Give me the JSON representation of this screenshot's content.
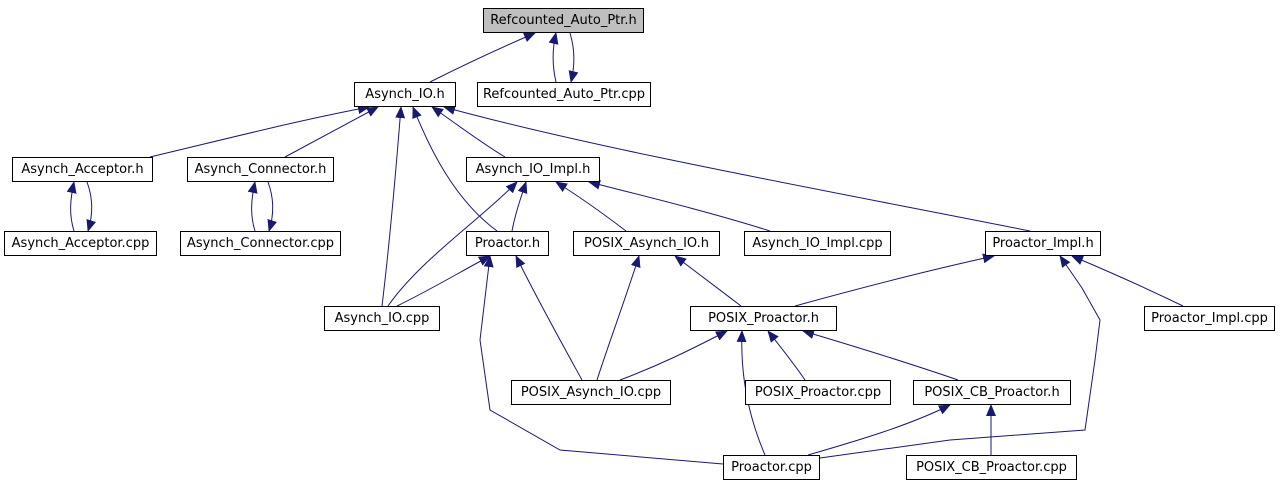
{
  "diagram": {
    "nodes": [
      {
        "id": "refcounted_auto_ptr_h",
        "label": "Refcounted_Auto_Ptr.h",
        "highlight": true
      },
      {
        "id": "asynch_io_h",
        "label": "Asynch_IO.h"
      },
      {
        "id": "refcounted_auto_ptr_cpp",
        "label": "Refcounted_Auto_Ptr.cpp"
      },
      {
        "id": "asynch_acceptor_h",
        "label": "Asynch_Acceptor.h"
      },
      {
        "id": "asynch_connector_h",
        "label": "Asynch_Connector.h"
      },
      {
        "id": "asynch_io_impl_h",
        "label": "Asynch_IO_Impl.h"
      },
      {
        "id": "asynch_acceptor_cpp",
        "label": "Asynch_Acceptor.cpp"
      },
      {
        "id": "asynch_connector_cpp",
        "label": "Asynch_Connector.cpp"
      },
      {
        "id": "proactor_h",
        "label": "Proactor.h"
      },
      {
        "id": "posix_asynch_io_h",
        "label": "POSIX_Asynch_IO.h"
      },
      {
        "id": "asynch_io_impl_cpp",
        "label": "Asynch_IO_Impl.cpp"
      },
      {
        "id": "proactor_impl_h",
        "label": "Proactor_Impl.h"
      },
      {
        "id": "asynch_io_cpp",
        "label": "Asynch_IO.cpp"
      },
      {
        "id": "posix_proactor_h",
        "label": "POSIX_Proactor.h"
      },
      {
        "id": "proactor_impl_cpp",
        "label": "Proactor_Impl.cpp"
      },
      {
        "id": "posix_asynch_io_cpp",
        "label": "POSIX_Asynch_IO.cpp"
      },
      {
        "id": "posix_proactor_cpp",
        "label": "POSIX_Proactor.cpp"
      },
      {
        "id": "posix_cb_proactor_h",
        "label": "POSIX_CB_Proactor.h"
      },
      {
        "id": "proactor_cpp",
        "label": "Proactor.cpp"
      },
      {
        "id": "posix_cb_proactor_cpp",
        "label": "POSIX_CB_Proactor.cpp"
      }
    ],
    "edges": [
      {
        "from": "asynch_io_h",
        "to": "refcounted_auto_ptr_h"
      },
      {
        "from": "refcounted_auto_ptr_cpp",
        "to": "refcounted_auto_ptr_h"
      },
      {
        "from": "refcounted_auto_ptr_h",
        "to": "refcounted_auto_ptr_cpp"
      },
      {
        "from": "asynch_acceptor_h",
        "to": "asynch_io_h"
      },
      {
        "from": "asynch_connector_h",
        "to": "asynch_io_h"
      },
      {
        "from": "asynch_io_impl_h",
        "to": "asynch_io_h"
      },
      {
        "from": "asynch_io_cpp",
        "to": "asynch_io_h"
      },
      {
        "from": "proactor_h",
        "to": "asynch_io_h"
      },
      {
        "from": "proactor_impl_h",
        "to": "asynch_io_h"
      },
      {
        "from": "asynch_acceptor_cpp",
        "to": "asynch_acceptor_h"
      },
      {
        "from": "asynch_acceptor_h",
        "to": "asynch_acceptor_cpp"
      },
      {
        "from": "asynch_connector_cpp",
        "to": "asynch_connector_h"
      },
      {
        "from": "asynch_connector_h",
        "to": "asynch_connector_cpp"
      },
      {
        "from": "asynch_io_cpp",
        "to": "asynch_io_impl_h"
      },
      {
        "from": "proactor_h",
        "to": "asynch_io_impl_h"
      },
      {
        "from": "posix_asynch_io_h",
        "to": "asynch_io_impl_h"
      },
      {
        "from": "asynch_io_impl_cpp",
        "to": "asynch_io_impl_h"
      },
      {
        "from": "asynch_io_cpp",
        "to": "proactor_h"
      },
      {
        "from": "posix_asynch_io_cpp",
        "to": "proactor_h"
      },
      {
        "from": "proactor_cpp",
        "to": "proactor_h"
      },
      {
        "from": "posix_proactor_h",
        "to": "posix_asynch_io_h"
      },
      {
        "from": "posix_asynch_io_cpp",
        "to": "posix_asynch_io_h"
      },
      {
        "from": "posix_proactor_h",
        "to": "proactor_impl_h"
      },
      {
        "from": "proactor_cpp",
        "to": "proactor_impl_h"
      },
      {
        "from": "proactor_impl_cpp",
        "to": "proactor_impl_h"
      },
      {
        "from": "posix_asynch_io_cpp",
        "to": "posix_proactor_h"
      },
      {
        "from": "posix_proactor_cpp",
        "to": "posix_proactor_h"
      },
      {
        "from": "posix_cb_proactor_h",
        "to": "posix_proactor_h"
      },
      {
        "from": "proactor_cpp",
        "to": "posix_proactor_h"
      },
      {
        "from": "proactor_cpp",
        "to": "posix_cb_proactor_h"
      },
      {
        "from": "posix_cb_proactor_cpp",
        "to": "posix_cb_proactor_h"
      }
    ],
    "colors": {
      "edge": "#191970",
      "node_border": "#000000",
      "node_fill": "#ffffff",
      "highlight_fill": "#bfbfbf"
    }
  }
}
